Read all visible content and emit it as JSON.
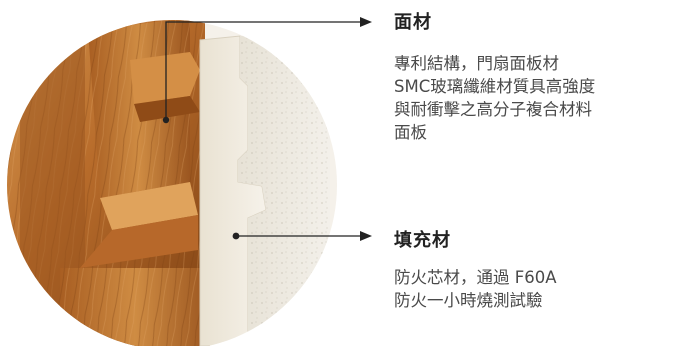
{
  "callouts": {
    "face": {
      "title": "面材",
      "lines": [
        "專利結構，門扇面板材",
        "SMC玻璃纖維材質具高強度",
        "與耐衝擊之高分子複合材料",
        "面板"
      ]
    },
    "core": {
      "title": "填充材",
      "lines": [
        "防火芯材，通過 F60A",
        "防火一小時燒測試驗"
      ]
    }
  },
  "colors": {
    "wood_light": "#c9853a",
    "wood_dark": "#8a4a17",
    "core_fill": "#ece8df",
    "panel_face": "#efe9dc",
    "arrow": "#222222"
  }
}
